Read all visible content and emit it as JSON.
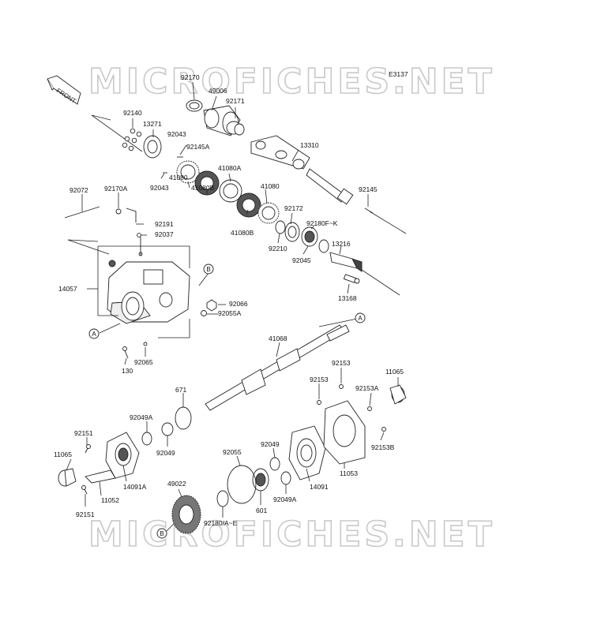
{
  "watermark": "MICROFICHES.NET",
  "diagram_code": "E3137",
  "front_label": "FRONT",
  "callouts": {
    "a": "A",
    "b": "B"
  },
  "labels": {
    "p92170": "92170",
    "p49006": "49006",
    "p92171": "92171",
    "p92140": "92140",
    "p13271": "13271",
    "p92043a": "92043",
    "p92145A": "92145A",
    "p13310": "13310",
    "p92043b": "92043",
    "p41080a": "41080",
    "p41080A": "41080A",
    "p41080B_1": "41080B",
    "p41080b": "41080",
    "p41080B_2": "41080B",
    "p92172": "92172",
    "p92180FK": "92180F~K",
    "p92145": "92145",
    "p92072": "92072",
    "p92170A": "92170A",
    "p92191": "92191",
    "p92037": "92037",
    "p92210": "92210",
    "p92045": "92045",
    "p13216": "13216",
    "p14057": "14057",
    "p13168": "13168",
    "p92066": "92066",
    "p92055A": "92055A",
    "p41068": "41068",
    "p130": "130",
    "p92065": "92065",
    "p92153a": "92153",
    "p11065a": "11065",
    "p92153b": "92153",
    "p92153A": "92153A",
    "p671": "671",
    "p92049A_1": "92049A",
    "p92151a": "92151",
    "p11065b": "11065",
    "p92049_1": "92049",
    "p92153B": "92153B",
    "p92055": "92055",
    "p92049_2": "92049",
    "p11053": "11053",
    "p14091A": "14091A",
    "p11052": "11052",
    "p49022": "49022",
    "p14091": "14091",
    "p92049A_2": "92049A",
    "p601": "601",
    "p92151b": "92151",
    "p92180AE": "92180/A~E"
  },
  "colors": {
    "line": "#222222",
    "watermark": "#c9c9c9",
    "background": "#ffffff"
  },
  "icons": {
    "front_arrow": "front-arrow-icon"
  }
}
